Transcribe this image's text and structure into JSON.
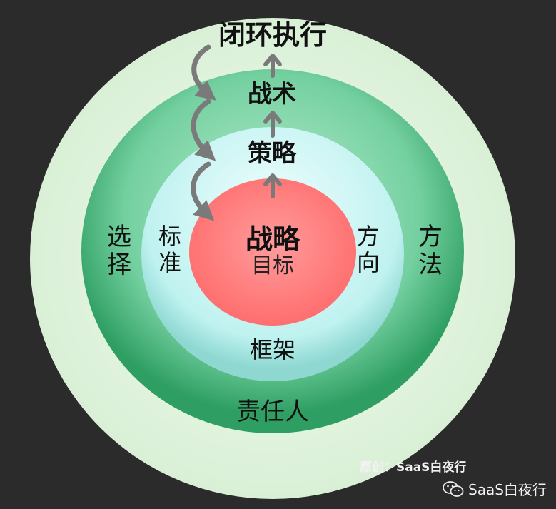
{
  "labels": {
    "closed_loop": "闭环执行",
    "tactics": "战术",
    "policy": "策略",
    "strategy_title": "战略",
    "strategy_sub": "目标",
    "standard": [
      "标",
      "准"
    ],
    "direction": [
      "方",
      "向"
    ],
    "selection": [
      "选",
      "择"
    ],
    "method": [
      "方",
      "法"
    ],
    "framework": "框架",
    "owner": "责任人"
  },
  "watermark": {
    "original": "原创：SaaS白夜行",
    "account": "SaaS白夜行"
  },
  "colors": {
    "background": "#2b2b2b",
    "outer_ring": "#e6f6e4",
    "green_ring": "#3bb077",
    "cyan_ring": "#c8f5f5",
    "core": "#ff8080",
    "arrow": "#7a7a7a"
  },
  "icons": [
    "arrow-up-icon",
    "curved-arrow-icon",
    "wechat-icon"
  ]
}
